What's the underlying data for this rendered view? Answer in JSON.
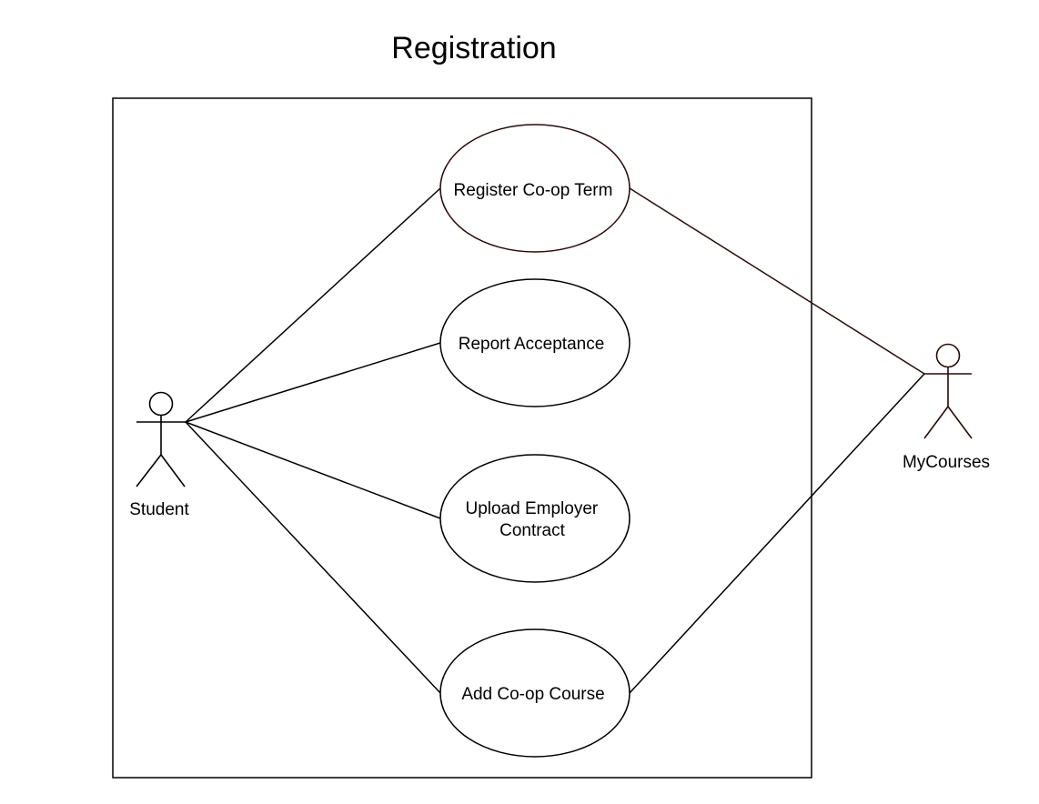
{
  "diagram": {
    "title": "Registration",
    "colors": {
      "stroke": "#000000",
      "accent_stroke": "#2a0a0a",
      "background": "#ffffff"
    },
    "actors": {
      "student": {
        "label": "Student",
        "icon": "stick-figure-icon"
      },
      "mycourses": {
        "label": "MyCourses",
        "icon": "stick-figure-icon"
      }
    },
    "use_cases": [
      {
        "id": "register-co-op-term",
        "lines": [
          "Register Co-op Term"
        ]
      },
      {
        "id": "report-acceptance",
        "lines": [
          "Report Acceptance"
        ]
      },
      {
        "id": "upload-employer-contract",
        "lines": [
          "Upload Employer",
          "Contract"
        ]
      },
      {
        "id": "add-co-op-course",
        "lines": [
          "Add Co-op Course"
        ]
      }
    ],
    "associations": [
      {
        "from": "Student",
        "to": "Register Co-op Term"
      },
      {
        "from": "Student",
        "to": "Report Acceptance"
      },
      {
        "from": "Student",
        "to": "Upload Employer Contract"
      },
      {
        "from": "Student",
        "to": "Add Co-op Course"
      },
      {
        "from": "MyCourses",
        "to": "Register Co-op Term"
      },
      {
        "from": "MyCourses",
        "to": "Add Co-op Course"
      }
    ]
  }
}
